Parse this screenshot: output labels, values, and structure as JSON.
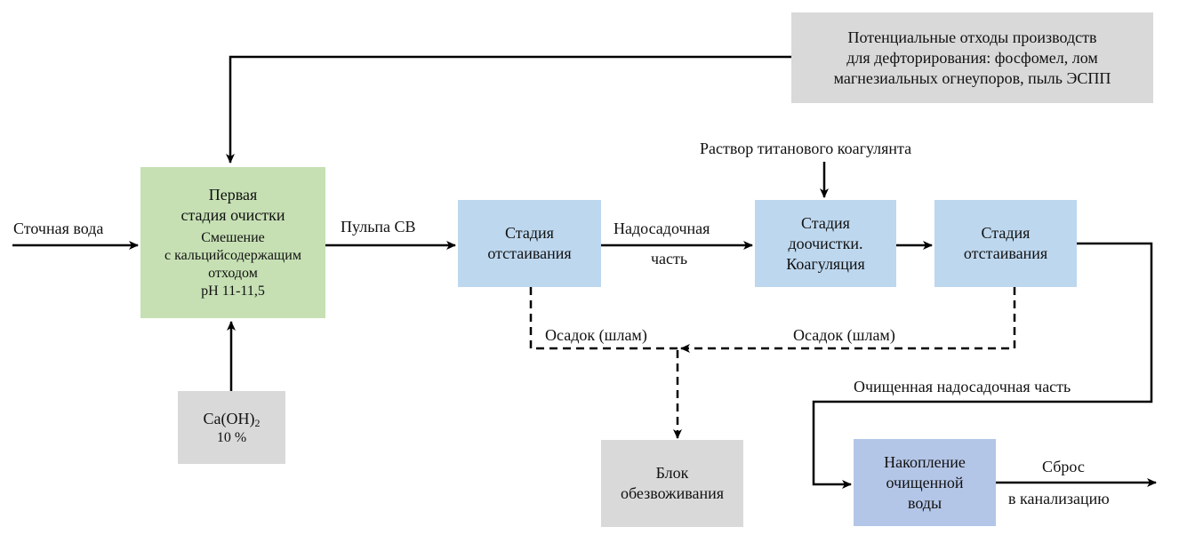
{
  "boxes": {
    "waste_sources": {
      "lines": [
        "Потенциальные отходы производств",
        "для дефторирования: фосфомел, лом",
        "магнезиальных огнеупоров, пыль ЭСПП"
      ]
    },
    "first_stage": {
      "title": [
        "Первая",
        "стадия очистки"
      ],
      "details": [
        "Смешение",
        "с кальцийсодержащим",
        "отходом",
        "pH 11-11,5"
      ]
    },
    "caoh2": {
      "formula": "Ca(OH)",
      "subscript": "2",
      "concentration": "10 %"
    },
    "settling_1": {
      "lines": [
        "Стадия",
        "отстаивания"
      ]
    },
    "post_treatment": {
      "lines": [
        "Стадия",
        "доочистки.",
        "Коагуляция"
      ]
    },
    "settling_2": {
      "lines": [
        "Стадия",
        "отстаивания"
      ]
    },
    "dewatering": {
      "lines": [
        "Блок",
        "обезвоживания"
      ]
    },
    "storage": {
      "lines": [
        "Накопление",
        "очищенной",
        "воды"
      ]
    }
  },
  "labels": {
    "wastewater": "Сточная вода",
    "pulp": "Пульпа СВ",
    "supernatant_1": "Надосадочная",
    "supernatant_2": "часть",
    "coagulant": "Раствор титанового коагулянта",
    "sludge_left": "Осадок (шлам)",
    "sludge_right": "Осадок (шлам)",
    "purified_supernatant": "Очищенная надосадочная часть",
    "discharge_1": "Сброс",
    "discharge_2": "в канализацию"
  },
  "colors": {
    "first_stage": "#c6e0b4",
    "settling": "#bdd7ee",
    "gray_box": "#d9d9d9",
    "storage": "#b4c6e7",
    "line": "#000000"
  }
}
